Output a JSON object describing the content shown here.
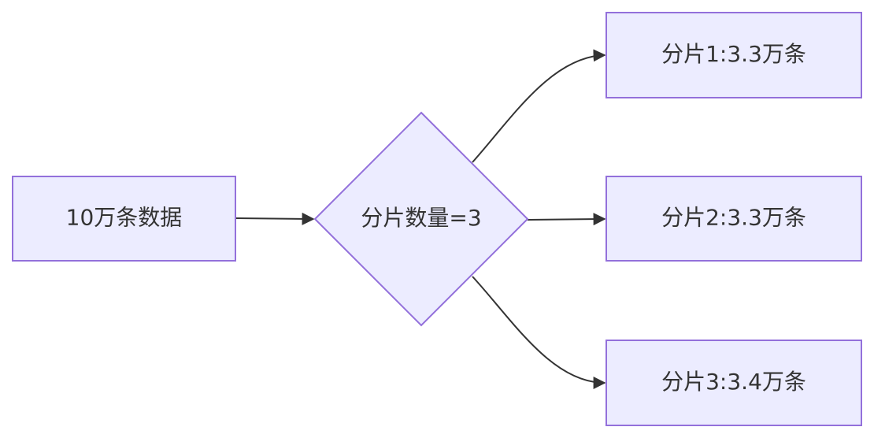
{
  "nodes": {
    "source": {
      "label": "10万条数据"
    },
    "decision": {
      "label": "分片数量=3"
    },
    "shard1": {
      "label": "分片1:3.3万条"
    },
    "shard2": {
      "label": "分片2:3.3万条"
    },
    "shard3": {
      "label": "分片3:3.4万条"
    }
  },
  "colors": {
    "node_fill": "#ececff",
    "node_stroke": "#9370db",
    "edge": "#333333",
    "text": "#333333"
  }
}
